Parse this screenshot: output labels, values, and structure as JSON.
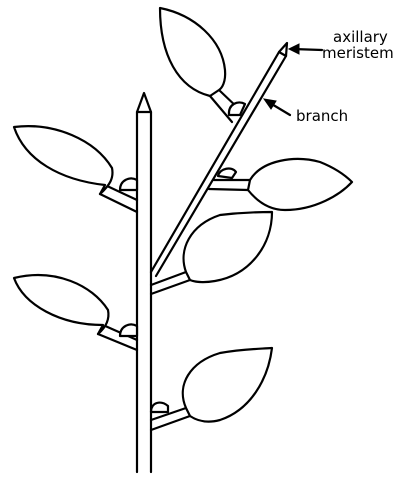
{
  "labels": {
    "axillary_line1": "axillary",
    "axillary_line2": "meristem",
    "branch": "branch"
  },
  "colors": {
    "ink": "#000000",
    "fill": "#ffffff"
  }
}
